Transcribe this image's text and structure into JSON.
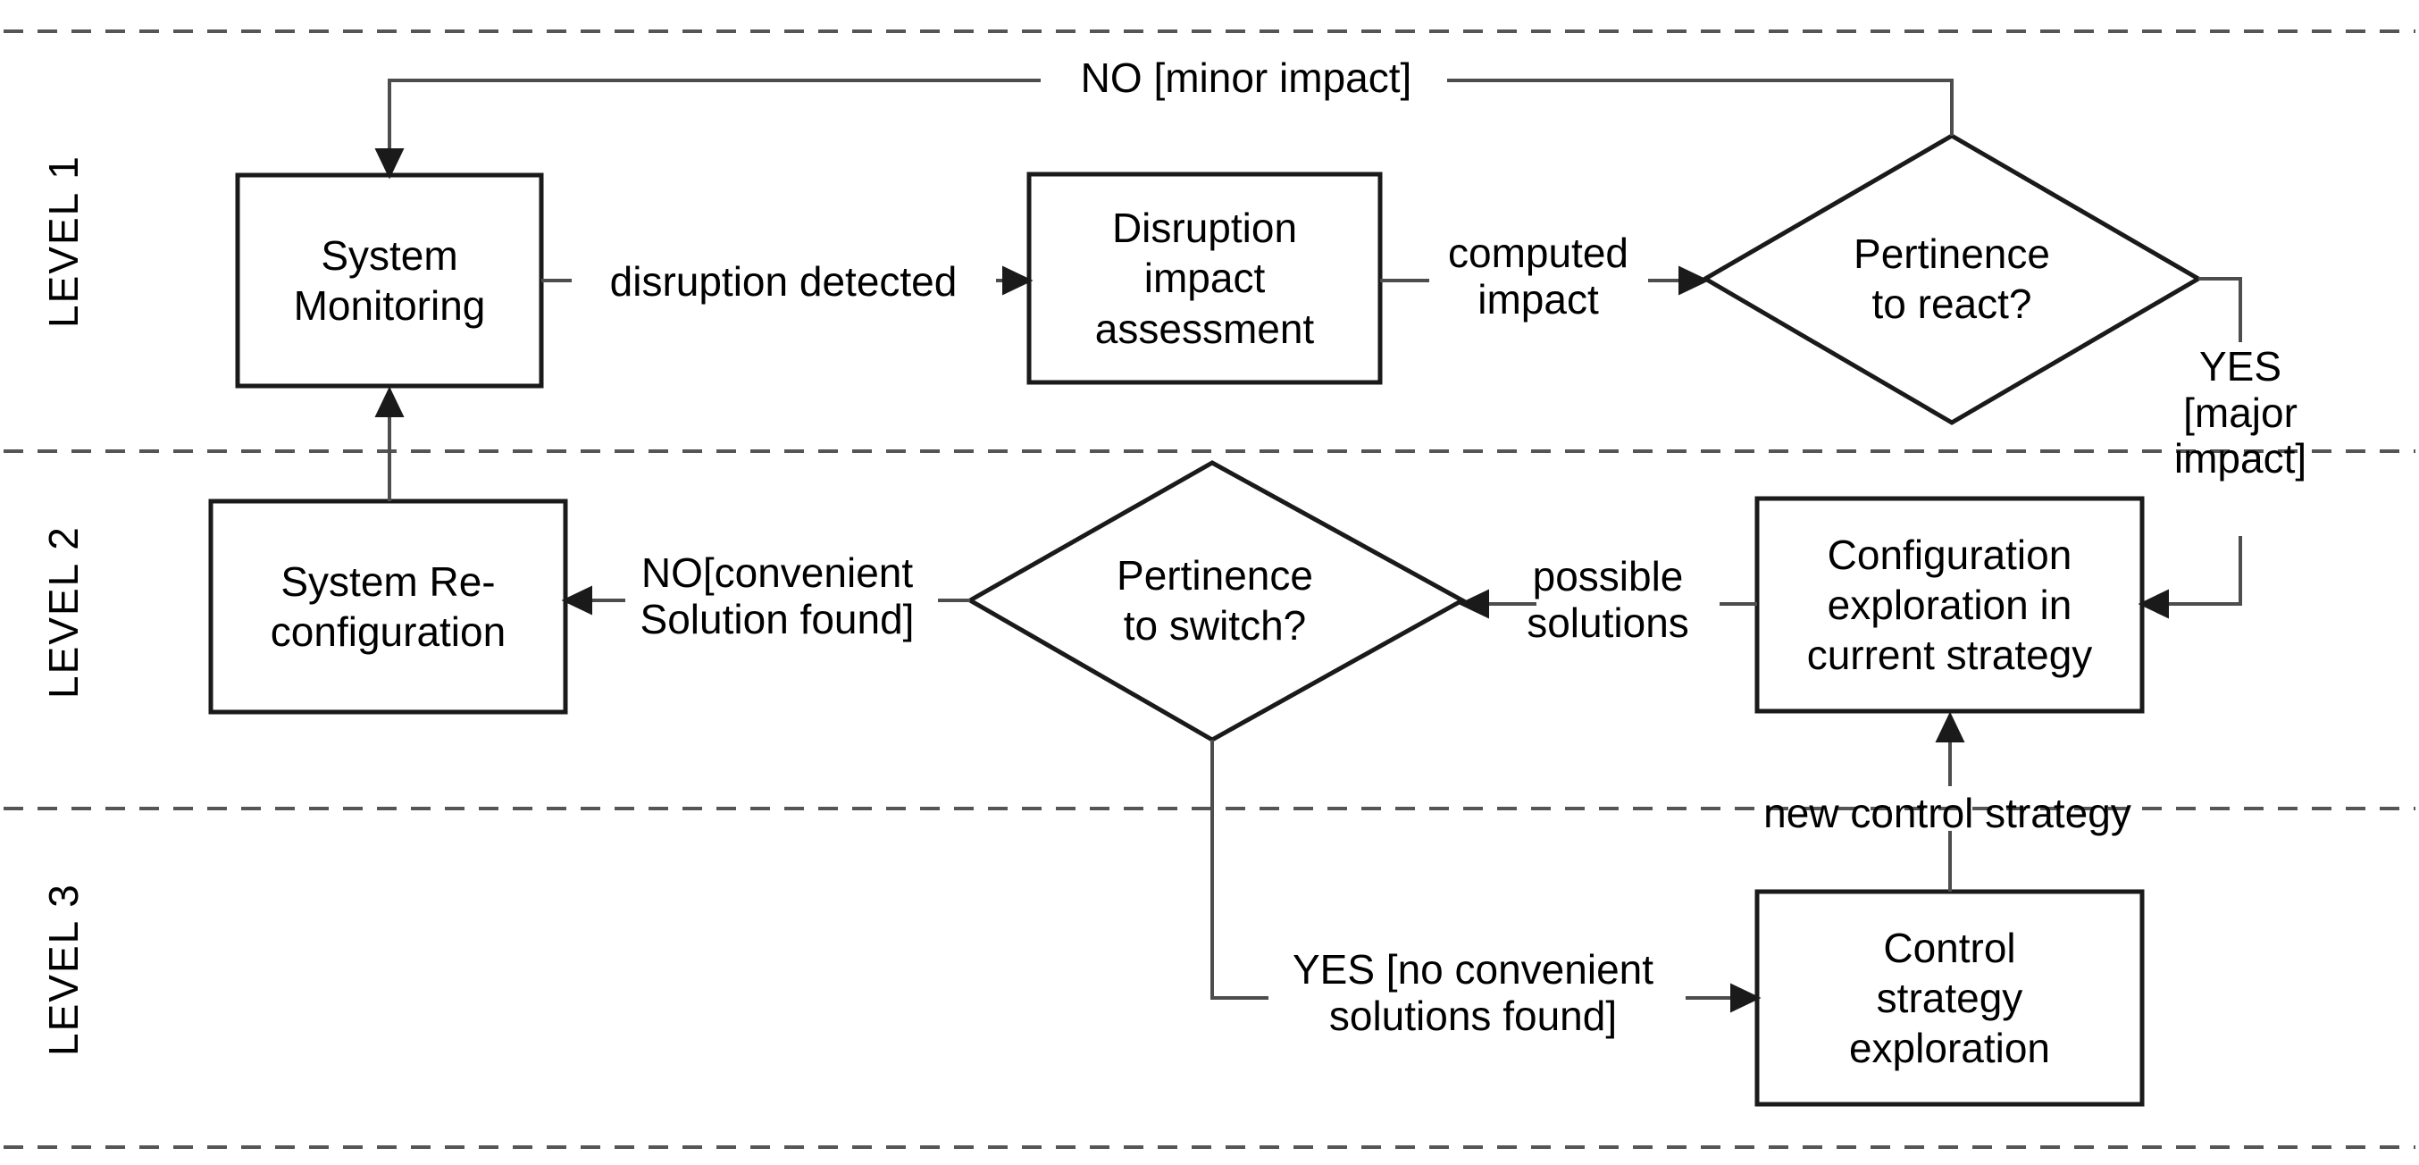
{
  "diagram": {
    "title": "Three-level disruption handling flowchart",
    "colors": {
      "stroke": "#1a1a1a",
      "connector": "#4d4d4d",
      "lane_divider": "#555555",
      "background": "#ffffff",
      "text": "#000000"
    }
  },
  "lanes": [
    {
      "id": "level-1",
      "label": "LEVEL 1"
    },
    {
      "id": "level-2",
      "label": "LEVEL 2"
    },
    {
      "id": "level-3",
      "label": "LEVEL 3"
    }
  ],
  "nodes": {
    "system_monitoring": {
      "label": "System\nMonitoring",
      "shape": "process",
      "lane": "LEVEL 1"
    },
    "disruption_impact_assessment": {
      "label": "Disruption\nimpact\nassessment",
      "shape": "process",
      "lane": "LEVEL 1"
    },
    "pertinence_to_react": {
      "label": "Pertinence\nto react?",
      "shape": "decision",
      "lane": "LEVEL 1"
    },
    "system_reconfiguration": {
      "label": "System Re-\nconfiguration",
      "shape": "process",
      "lane": "LEVEL 2"
    },
    "pertinence_to_switch": {
      "label": "Pertinence\nto switch?",
      "shape": "decision",
      "lane": "LEVEL 2"
    },
    "configuration_exploration": {
      "label": "Configuration\nexploration in\ncurrent strategy",
      "shape": "process",
      "lane": "LEVEL 2"
    },
    "control_strategy_exploration": {
      "label": "Control\nstrategy\nexploration",
      "shape": "process",
      "lane": "LEVEL 3"
    }
  },
  "edges": {
    "no_minor_impact": {
      "label": "NO [minor impact]",
      "from": "pertinence_to_react",
      "to": "system_monitoring"
    },
    "disruption_detected": {
      "label": "disruption detected",
      "from": "system_monitoring",
      "to": "disruption_impact_assessment"
    },
    "computed_impact": {
      "label": "computed\nimpact",
      "from": "disruption_impact_assessment",
      "to": "pertinence_to_react"
    },
    "yes_major_impact": {
      "label": "YES\n[major\nimpact]",
      "from": "pertinence_to_react",
      "to": "configuration_exploration"
    },
    "possible_solutions": {
      "label": "possible\nsolutions",
      "from": "configuration_exploration",
      "to": "pertinence_to_switch"
    },
    "no_convenient_solution_found": {
      "label": "NO[convenient\nSolution found]",
      "from": "pertinence_to_switch",
      "to": "system_reconfiguration"
    },
    "yes_no_convenient_solutions_found": {
      "label": "YES [no convenient\nsolutions found]",
      "from": "pertinence_to_switch",
      "to": "control_strategy_exploration"
    },
    "new_control_strategy": {
      "label": "new control strategy",
      "from": "control_strategy_exploration",
      "to": "configuration_exploration"
    }
  }
}
